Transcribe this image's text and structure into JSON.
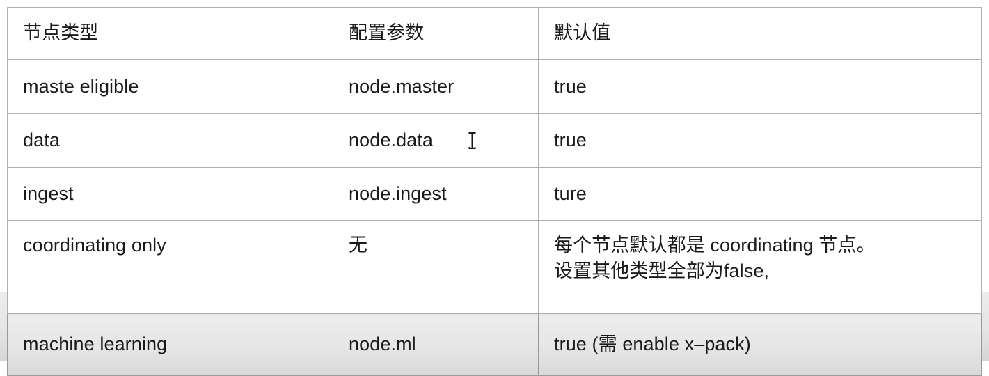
{
  "table": {
    "columns": [
      "节点类型",
      "配置参数",
      "默认值"
    ],
    "rows": [
      {
        "type": "maste eligible",
        "param": "node.master",
        "default_lines": [
          "true"
        ],
        "highlighted": false
      },
      {
        "type": "data",
        "param": "node.data",
        "default_lines": [
          "true"
        ],
        "highlighted": false
      },
      {
        "type": "ingest",
        "param": "node.ingest",
        "default_lines": [
          "ture"
        ],
        "highlighted": false
      },
      {
        "type": "coordinating only",
        "param": "无",
        "default_lines": [
          "每个节点默认都是 coordinating 节点。",
          "设置其他类型全部为false,"
        ],
        "highlighted": false
      },
      {
        "type": "machine learning",
        "param": "node.ml",
        "default_lines": [
          "true (需 enable x–pack)"
        ],
        "highlighted": true
      }
    ]
  },
  "cursor": {
    "icon": "i-beam-text-cursor"
  },
  "colors": {
    "border": "#b0b0b0",
    "text": "#1a1a1a",
    "row_background": "#ffffff",
    "selected_row_top": "#ededed",
    "selected_row_bottom": "#d9d9d9",
    "selection_backdrop": "#e4e4e4"
  }
}
